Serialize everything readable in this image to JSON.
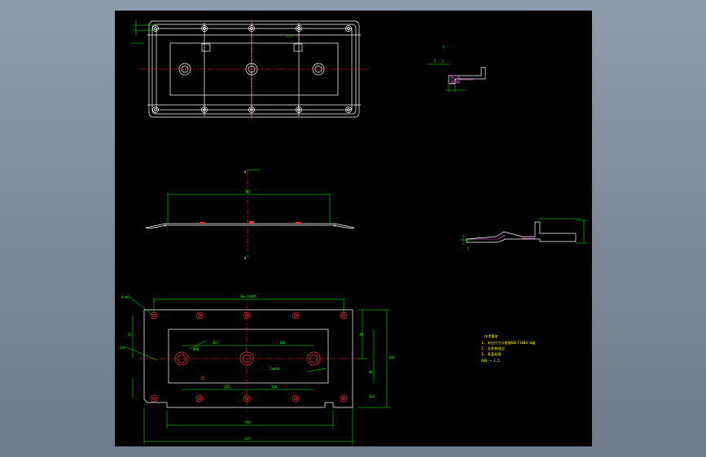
{
  "drawing": {
    "background": "#000000",
    "colors": {
      "outline": "#ffffff",
      "center_line": "#ff3030",
      "dimension": "#00ff00",
      "hidden": "#ff66ff",
      "notes": "#ffff00"
    },
    "section_marks": {
      "top": "A",
      "bottom": "A"
    },
    "dims_front": {
      "width": "565"
    },
    "dims_bottom_view": {
      "overall_top": "Ew=2xXXX",
      "inner": "550",
      "overall": "617",
      "d1": "167",
      "d2": "160",
      "d3": "125",
      "d4": "160",
      "right1": "46",
      "right2": "300",
      "right3": "80",
      "right4": "101",
      "left1": "57",
      "leader1": "4-Φ8",
      "leader2": "2x5",
      "leader3": "Φ40",
      "leader4": "2xΦ40"
    },
    "detail_labels": {
      "d1": "2 : 1",
      "d2": "1"
    },
    "notes": {
      "heading": "技术要求",
      "line1": "1. 未注尺寸公差按GB/T1804-m级",
      "line2": "2. 去毛刺锐边",
      "line3": "3. 表面处理",
      "line4": "ABS  ~  1.5"
    }
  }
}
